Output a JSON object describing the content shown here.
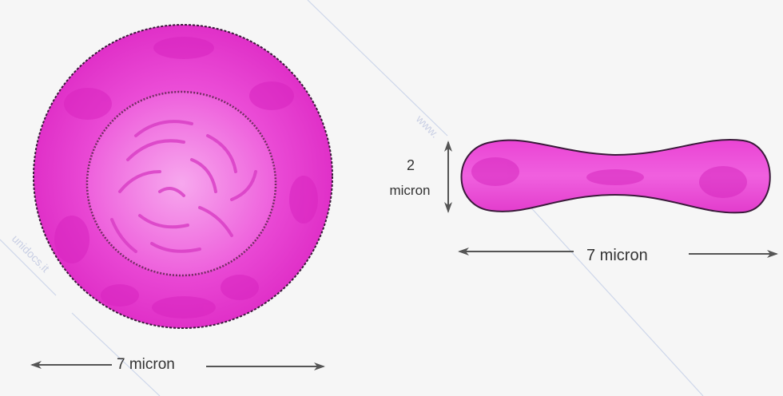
{
  "colors": {
    "background": "#f6f6f6",
    "cell_fill": "#e838d0",
    "cell_fill_light": "#f06ee0",
    "cell_fill_dark": "#c81ab4",
    "outline": "#3a1a3a",
    "arrow": "#555555",
    "watermark_line": "#cdd6ea"
  },
  "front_view": {
    "width_label": "7 micron"
  },
  "side_view": {
    "thickness_value": "2",
    "thickness_unit": "micron",
    "length_label": "7 micron"
  },
  "watermark": {
    "text_1": "www.",
    "text_2": "unidocs.it"
  }
}
